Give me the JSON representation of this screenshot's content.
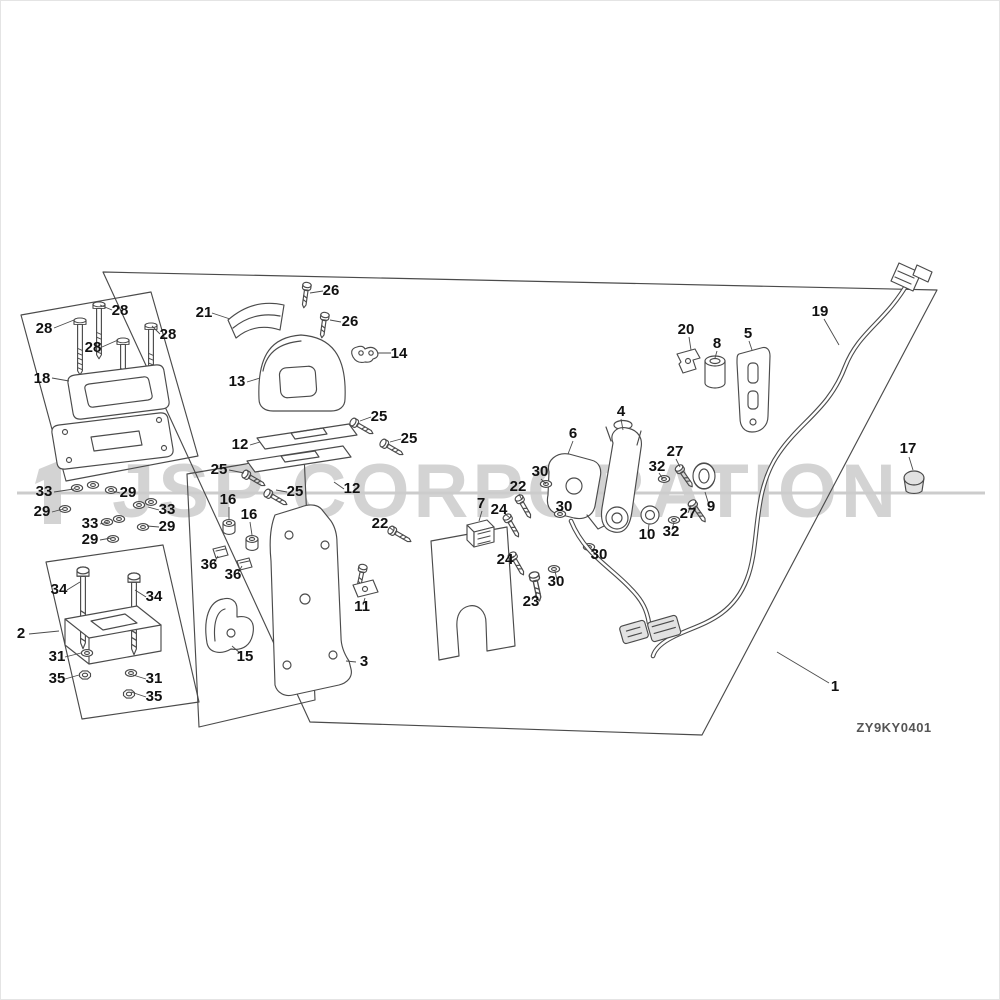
{
  "watermark": {
    "text": "JSP CORPORATION"
  },
  "diagram_code": "ZY9KY0401",
  "parts": {
    "1": "1",
    "2": "2",
    "3": "3",
    "4": "4",
    "5": "5",
    "6": "6",
    "7": "7",
    "8": "8",
    "9": "9",
    "10": "10",
    "11": "11",
    "12": "12",
    "13": "13",
    "14": "14",
    "15": "15",
    "16": "16",
    "17": "17",
    "18": "18",
    "19": "19",
    "20": "20",
    "21": "21",
    "22": "22",
    "23": "23",
    "24": "24",
    "25": "25",
    "26": "26",
    "27": "27",
    "28": "28",
    "29": "29",
    "30": "30",
    "31": "31",
    "32": "32",
    "33": "33",
    "34": "34",
    "35": "35",
    "36": "36"
  }
}
